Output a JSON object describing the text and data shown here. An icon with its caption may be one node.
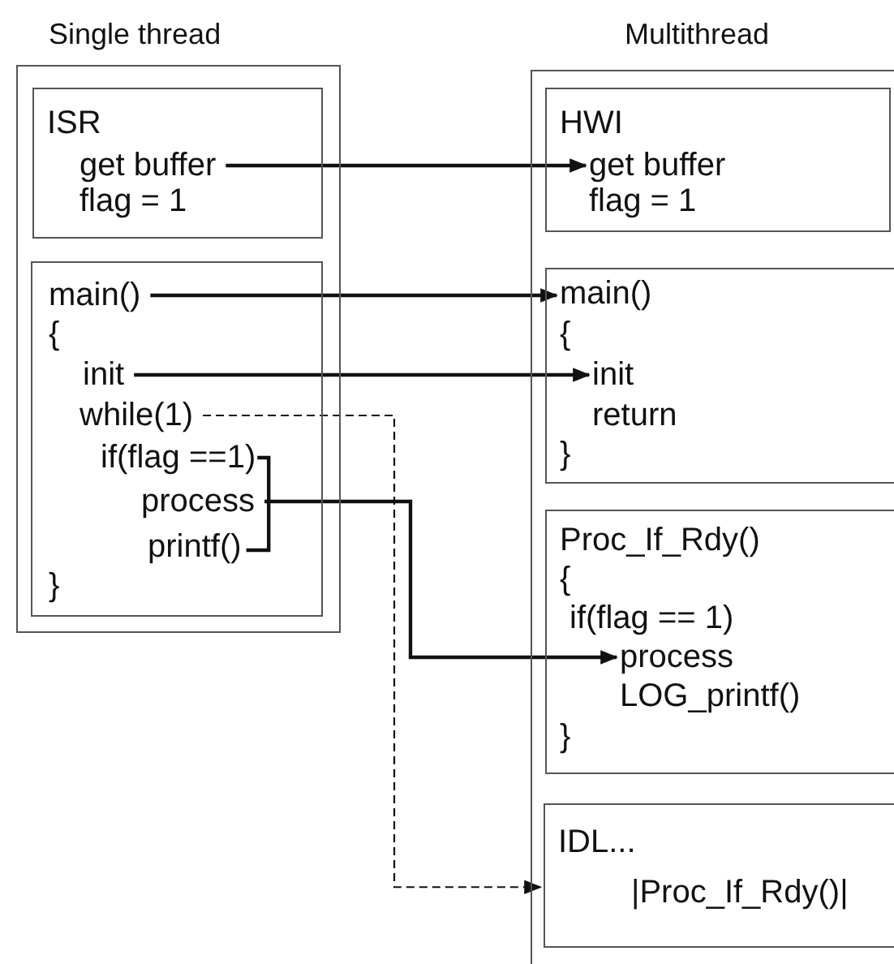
{
  "diagram": {
    "nodes": [
      {
        "text": [
          "Single thread"
        ]
      },
      {
        "text": [],
        "shape": "box",
        "in": 0
      },
      {
        "text": [
          "ISR"
        ],
        "in": 1
      },
      {
        "text": [
          "get buffer"
        ],
        "in": 1
      },
      {
        "text": [
          "flag = 1"
        ],
        "in": 1
      },
      {
        "text": [],
        "shape": "box",
        "in": 0
      },
      {
        "text": [
          "main()"
        ],
        "in": 5
      },
      {
        "text": [
          "{"
        ],
        "in": 5
      },
      {
        "text": [
          "init"
        ],
        "in": 5
      },
      {
        "text": [
          "while(1)"
        ],
        "in": 5
      },
      {
        "text": [
          "if(flag ==1)"
        ],
        "in": 5
      },
      {
        "text": [
          "process"
        ],
        "in": 5
      },
      {
        "text": [
          "printf()"
        ],
        "in": 5
      },
      {
        "text": [
          "}"
        ],
        "in": 5
      },
      {
        "text": [
          "Multithread"
        ]
      },
      {
        "text": [],
        "shape": "box",
        "in": 14
      },
      {
        "text": [
          "HWI"
        ],
        "in": 15
      },
      {
        "text": [
          "get buffer"
        ],
        "in": 15
      },
      {
        "text": [
          "flag = 1"
        ],
        "in": 15
      },
      {
        "text": [],
        "shape": "box",
        "in": 14
      },
      {
        "text": [
          "main()"
        ],
        "in": 19
      },
      {
        "text": [
          "{"
        ],
        "in": 19
      },
      {
        "text": [
          "init"
        ],
        "in": 19
      },
      {
        "text": [
          "return"
        ],
        "in": 19
      },
      {
        "text": [
          "}"
        ],
        "in": 19
      },
      {
        "text": [],
        "shape": "box",
        "in": 14
      },
      {
        "text": [
          "Proc_If_Rdy()"
        ],
        "in": 25
      },
      {
        "text": [
          "{"
        ],
        "in": 25
      },
      {
        "text": [
          "if(flag == 1)"
        ],
        "in": 25
      },
      {
        "text": [
          "process"
        ],
        "in": 25
      },
      {
        "text": [
          "LOG_printf()"
        ],
        "in": 25
      },
      {
        "text": [
          "}"
        ],
        "in": 25
      },
      {
        "text": [],
        "shape": "box",
        "in": 14
      },
      {
        "text": [
          "IDL..."
        ],
        "in": 32
      },
      {
        "text": [
          "|Proc_If_Rdy()|"
        ],
        "in": 32
      }
    ],
    "edges": [
      {
        "from": 3,
        "to": 17,
        "arrow": "to"
      },
      {
        "from": 6,
        "to": 20,
        "arrow": "to"
      },
      {
        "from": 8,
        "to": 22,
        "arrow": "to"
      },
      {
        "from": 9,
        "to": 32,
        "arrow": "to",
        "style": "dashed"
      },
      {
        "from": 11,
        "to": 29,
        "arrow": "to"
      }
    ]
  }
}
